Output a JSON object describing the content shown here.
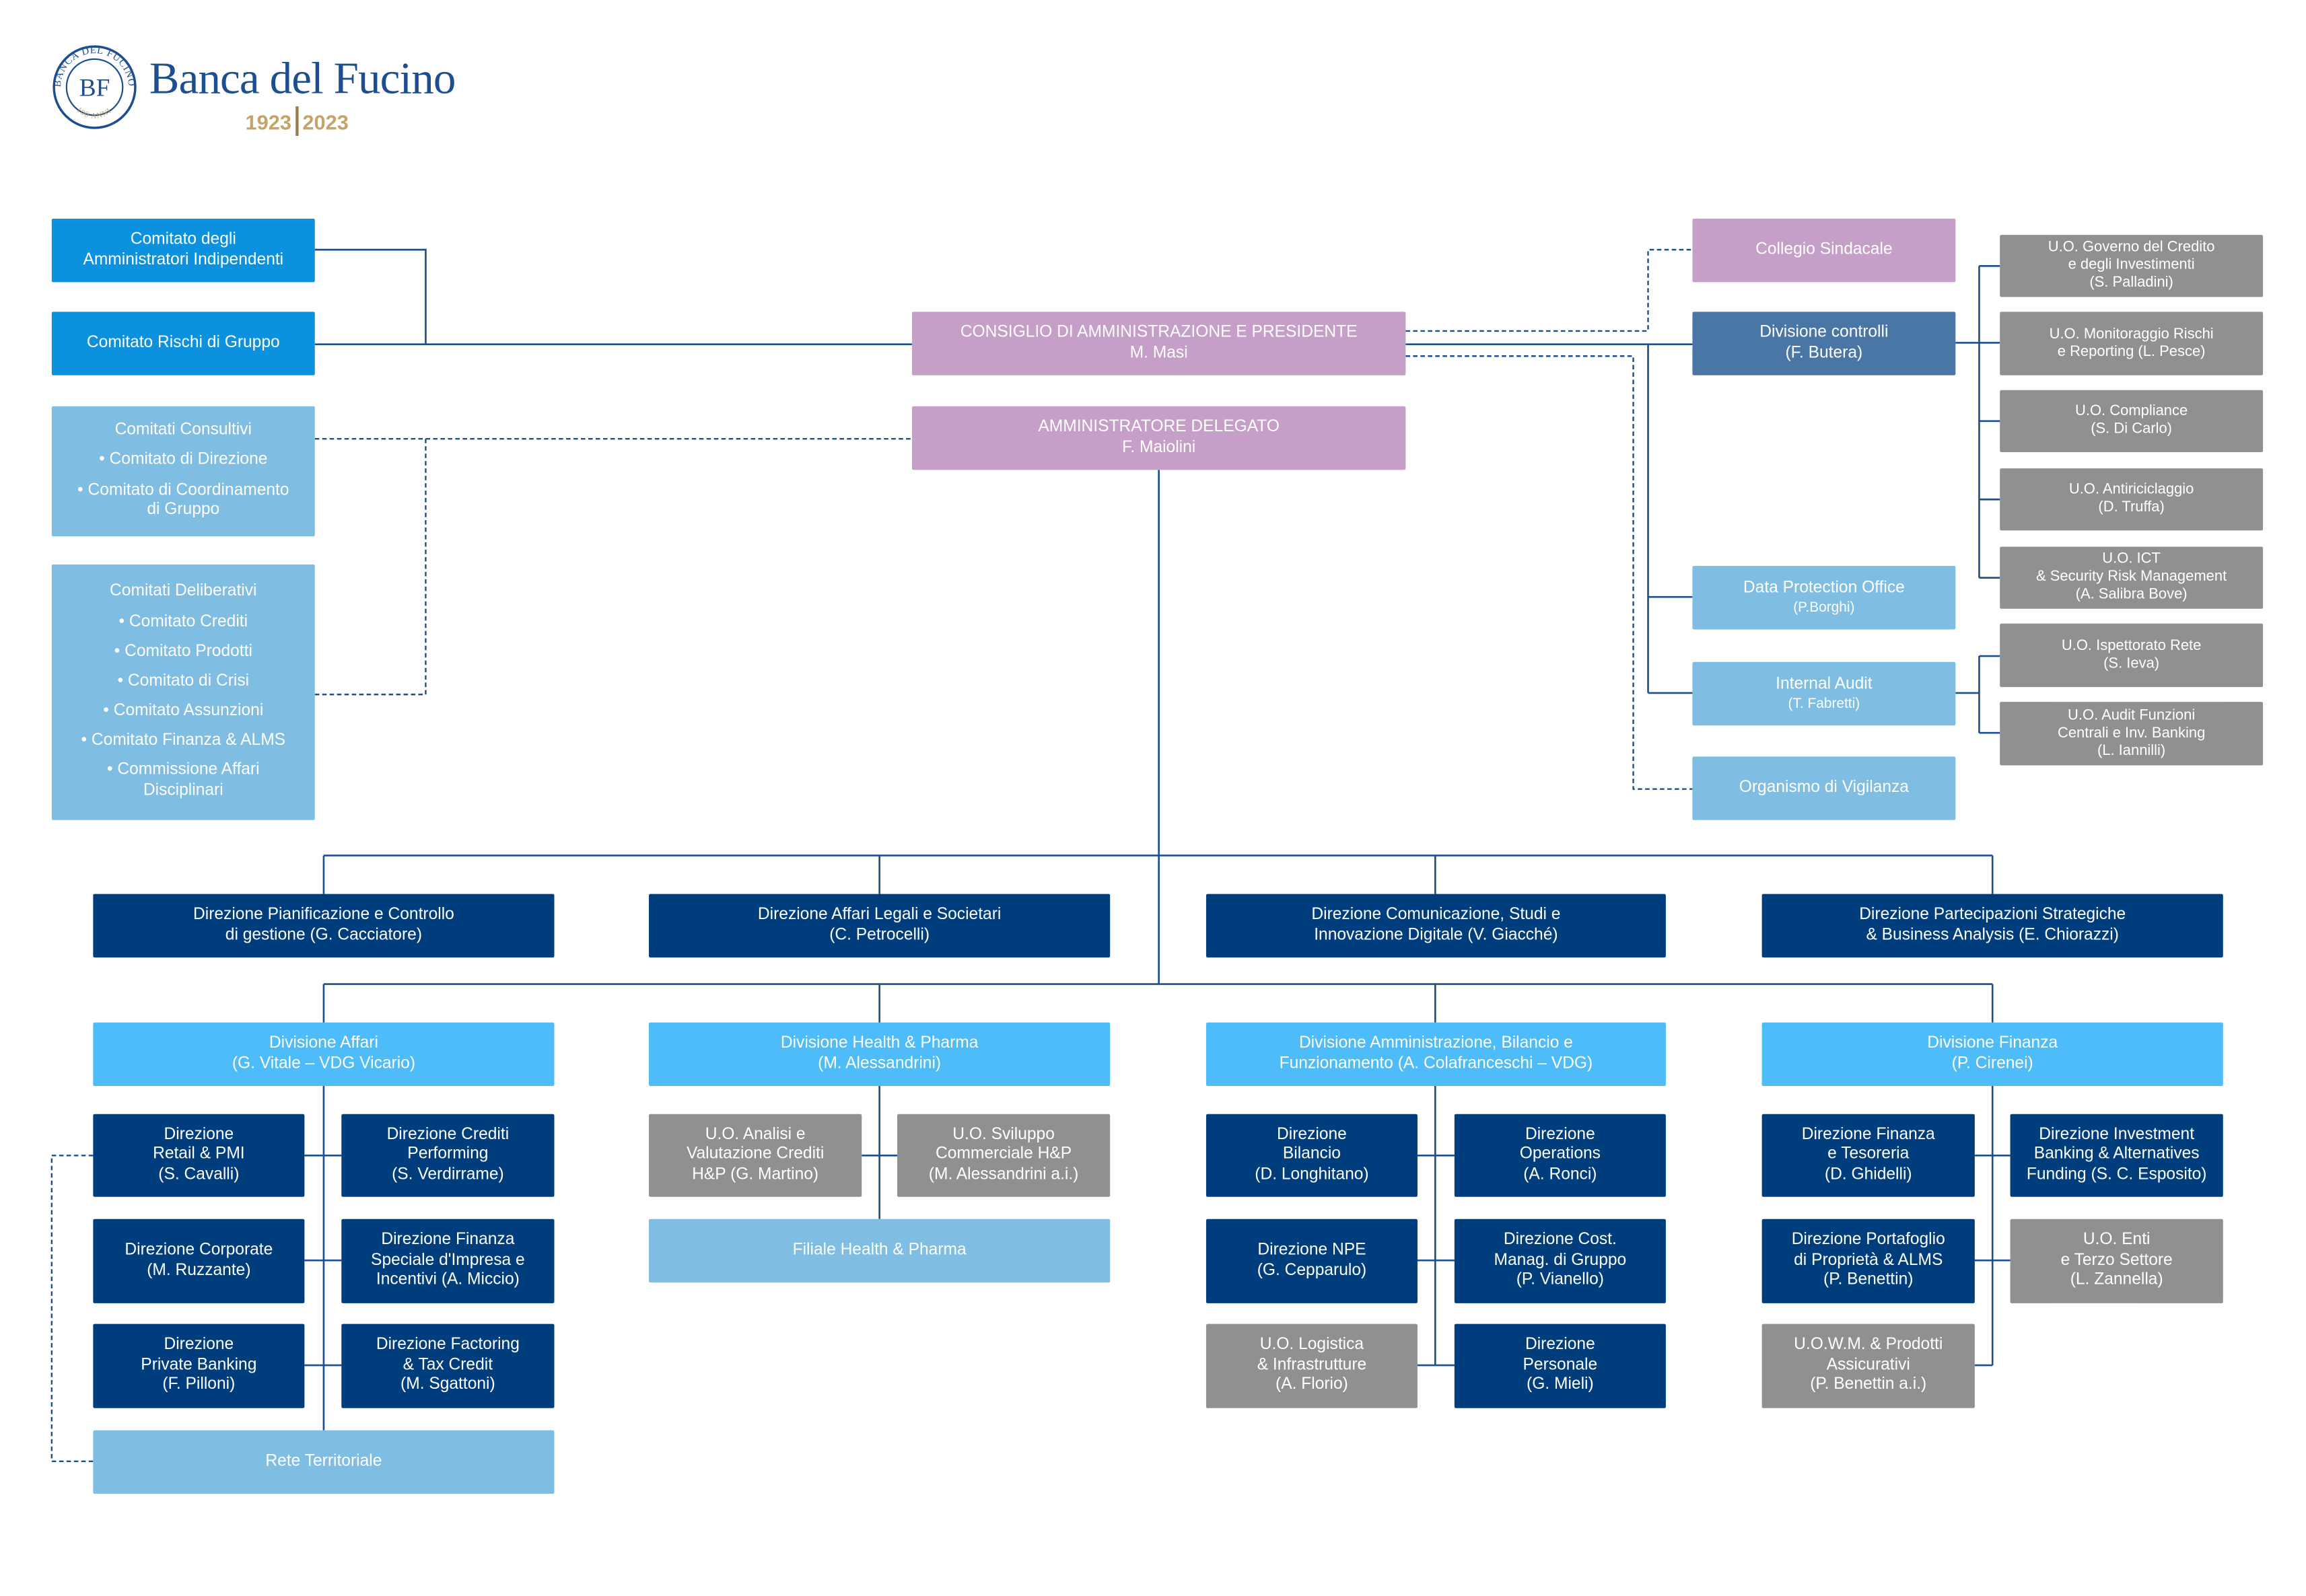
{
  "logo": {
    "name": "Banca del Fucino",
    "year_start": "1923",
    "year_end": "2023",
    "seal_text": "BANCA DEL FUCINO",
    "seal_sub": "100 ANNI",
    "seal_monogram": "BF"
  },
  "colors": {
    "navy": "#003d7c",
    "light_blue": "#4dbcf9",
    "pale_blue": "#7fbde2",
    "sky_blue": "#0c91df",
    "steel_blue": "#4a76a6",
    "mauve": "#c69fc8",
    "grey": "#8f9090",
    "line": "#1d4e8f",
    "logo_blue": "#1d4e8f",
    "logo_gold": "#c4a46b"
  },
  "board": {
    "cda": {
      "title": "CONSIGLIO DI AMMINISTRAZIONE E PRESIDENTE",
      "name": "M. Masi"
    },
    "ad": {
      "title": "AMMINISTRATORE DELEGATO",
      "name": "F. Maiolini"
    }
  },
  "committees": {
    "indipendenti": {
      "line1": "Comitato degli",
      "line2": "Amministratori Indipendenti"
    },
    "rischi": {
      "label": "Comitato Rischi di Gruppo"
    },
    "consultivi": {
      "title": "Comitati Consultivi",
      "items": [
        "• Comitato di Direzione",
        "• Comitato di Coordinamento",
        "di Gruppo"
      ]
    },
    "deliberativi": {
      "title": "Comitati Deliberativi",
      "items": [
        "• Comitato Crediti",
        "• Comitato Prodotti",
        "• Comitato di Crisi",
        "• Comitato Assunzioni",
        "• Comitato Finanza & ALMS",
        "• Commissione Affari",
        "Disciplinari"
      ]
    }
  },
  "control": {
    "collegio": {
      "label": "Collegio Sindacale"
    },
    "divisione_controlli": {
      "title": "Divisione controlli",
      "name": "(F. Butera)"
    },
    "dpo": {
      "title": "Data Protection Office",
      "name": "(P.Borghi)"
    },
    "internal_audit": {
      "title": "Internal Audit",
      "name": "(T. Fabretti)"
    },
    "odv": {
      "label": "Organismo di Vigilanza"
    },
    "uo_controlli": [
      {
        "lines": [
          "U.O. Governo del Credito",
          "e degli Investimenti",
          "(S. Palladini)"
        ]
      },
      {
        "lines": [
          "U.O. Monitoraggio Rischi",
          "e Reporting (L. Pesce)"
        ]
      },
      {
        "lines": [
          "U.O. Compliance",
          "(S. Di Carlo)"
        ]
      },
      {
        "lines": [
          "U.O. Antiriciclaggio",
          "(D. Truffa)"
        ]
      },
      {
        "lines": [
          "U.O. ICT",
          "& Security Risk Management",
          "(A. Salibra Bove)"
        ]
      }
    ],
    "uo_audit": [
      {
        "lines": [
          "U.O. Ispettorato Rete",
          "(S. Ieva)"
        ]
      },
      {
        "lines": [
          "U.O. Audit Funzioni",
          "Centrali e Inv. Banking",
          "(L. Iannilli)"
        ]
      }
    ]
  },
  "direzioni_staff": [
    {
      "lines": [
        "Direzione Pianificazione e Controllo",
        "di gestione (G. Cacciatore)"
      ]
    },
    {
      "lines": [
        "Direzione Affari Legali e Societari",
        "(C. Petrocelli)"
      ]
    },
    {
      "lines": [
        "Direzione Comunicazione, Studi e",
        "Innovazione Digitale (V. Giacché)"
      ]
    },
    {
      "lines": [
        "Direzione Partecipazioni Strategiche",
        "& Business Analysis (E. Chiorazzi)"
      ]
    }
  ],
  "divisioni": [
    {
      "lines": [
        "Divisione Affari",
        "(G. Vitale – VDG Vicario)"
      ]
    },
    {
      "lines": [
        "Divisione Health & Pharma",
        "(M. Alessandrini)"
      ]
    },
    {
      "lines": [
        "Divisione Amministrazione, Bilancio e",
        "Funzionamento (A. Colafranceschi – VDG)"
      ]
    },
    {
      "lines": [
        "Divisione Finanza",
        "(P. Cirenei)"
      ]
    }
  ],
  "affari": {
    "retail": {
      "lines": [
        "Direzione",
        "Retail & PMI",
        "(S. Cavalli)"
      ]
    },
    "crediti_perf": {
      "lines": [
        "Direzione Crediti",
        "Performing",
        "(S. Verdirrame)"
      ]
    },
    "corporate": {
      "lines": [
        "Direzione Corporate",
        "(M. Ruzzante)"
      ]
    },
    "fin_speciale": {
      "lines": [
        "Direzione Finanza",
        "Speciale d'Impresa e",
        "Incentivi (A. Miccio)"
      ]
    },
    "private": {
      "lines": [
        "Direzione",
        "Private Banking",
        "(F. Pilloni)"
      ]
    },
    "factoring": {
      "lines": [
        "Direzione Factoring",
        "& Tax Credit",
        "(M. Sgattoni)"
      ]
    },
    "rete": {
      "label": "Rete Territoriale"
    }
  },
  "health": {
    "analisi": {
      "lines": [
        "U.O. Analisi e",
        "Valutazione Crediti",
        "H&P (G. Martino)"
      ]
    },
    "sviluppo": {
      "lines": [
        "U.O. Sviluppo",
        "Commerciale H&P",
        "(M. Alessandrini a.i.)"
      ]
    },
    "filiale": {
      "label": "Filiale Health & Pharma"
    }
  },
  "amministrazione": {
    "bilancio": {
      "lines": [
        "Direzione",
        "Bilancio",
        "(D. Longhitano)"
      ]
    },
    "operations": {
      "lines": [
        "Direzione",
        "Operations",
        "(A. Ronci)"
      ]
    },
    "npe": {
      "lines": [
        "Direzione NPE",
        "(G. Cepparulo)"
      ]
    },
    "cost": {
      "lines": [
        "Direzione Cost.",
        "Manag. di Gruppo",
        "(P. Vianello)"
      ]
    },
    "logistica": {
      "lines": [
        "U.O. Logistica",
        "& Infrastrutture",
        "(A. Florio)"
      ]
    },
    "personale": {
      "lines": [
        "Direzione",
        "Personale",
        "(G. Mieli)"
      ]
    }
  },
  "finanza": {
    "tesoreria": {
      "lines": [
        "Direzione Finanza",
        "e Tesoreria",
        "(D. Ghidelli)"
      ]
    },
    "investment": {
      "lines": [
        "Direzione Investment",
        "Banking & Alternatives",
        "Funding (S. C. Esposito)"
      ]
    },
    "portafoglio": {
      "lines": [
        "Direzione Portafoglio",
        "di Proprietà & ALMS",
        "(P. Benettin)"
      ]
    },
    "enti": {
      "lines": [
        "U.O. Enti",
        "e Terzo Settore",
        "(L. Zannella)"
      ]
    },
    "uowm": {
      "lines": [
        "U.O.W.M. & Prodotti",
        "Assicurativi",
        "(P. Benettin a.i.)"
      ]
    }
  }
}
